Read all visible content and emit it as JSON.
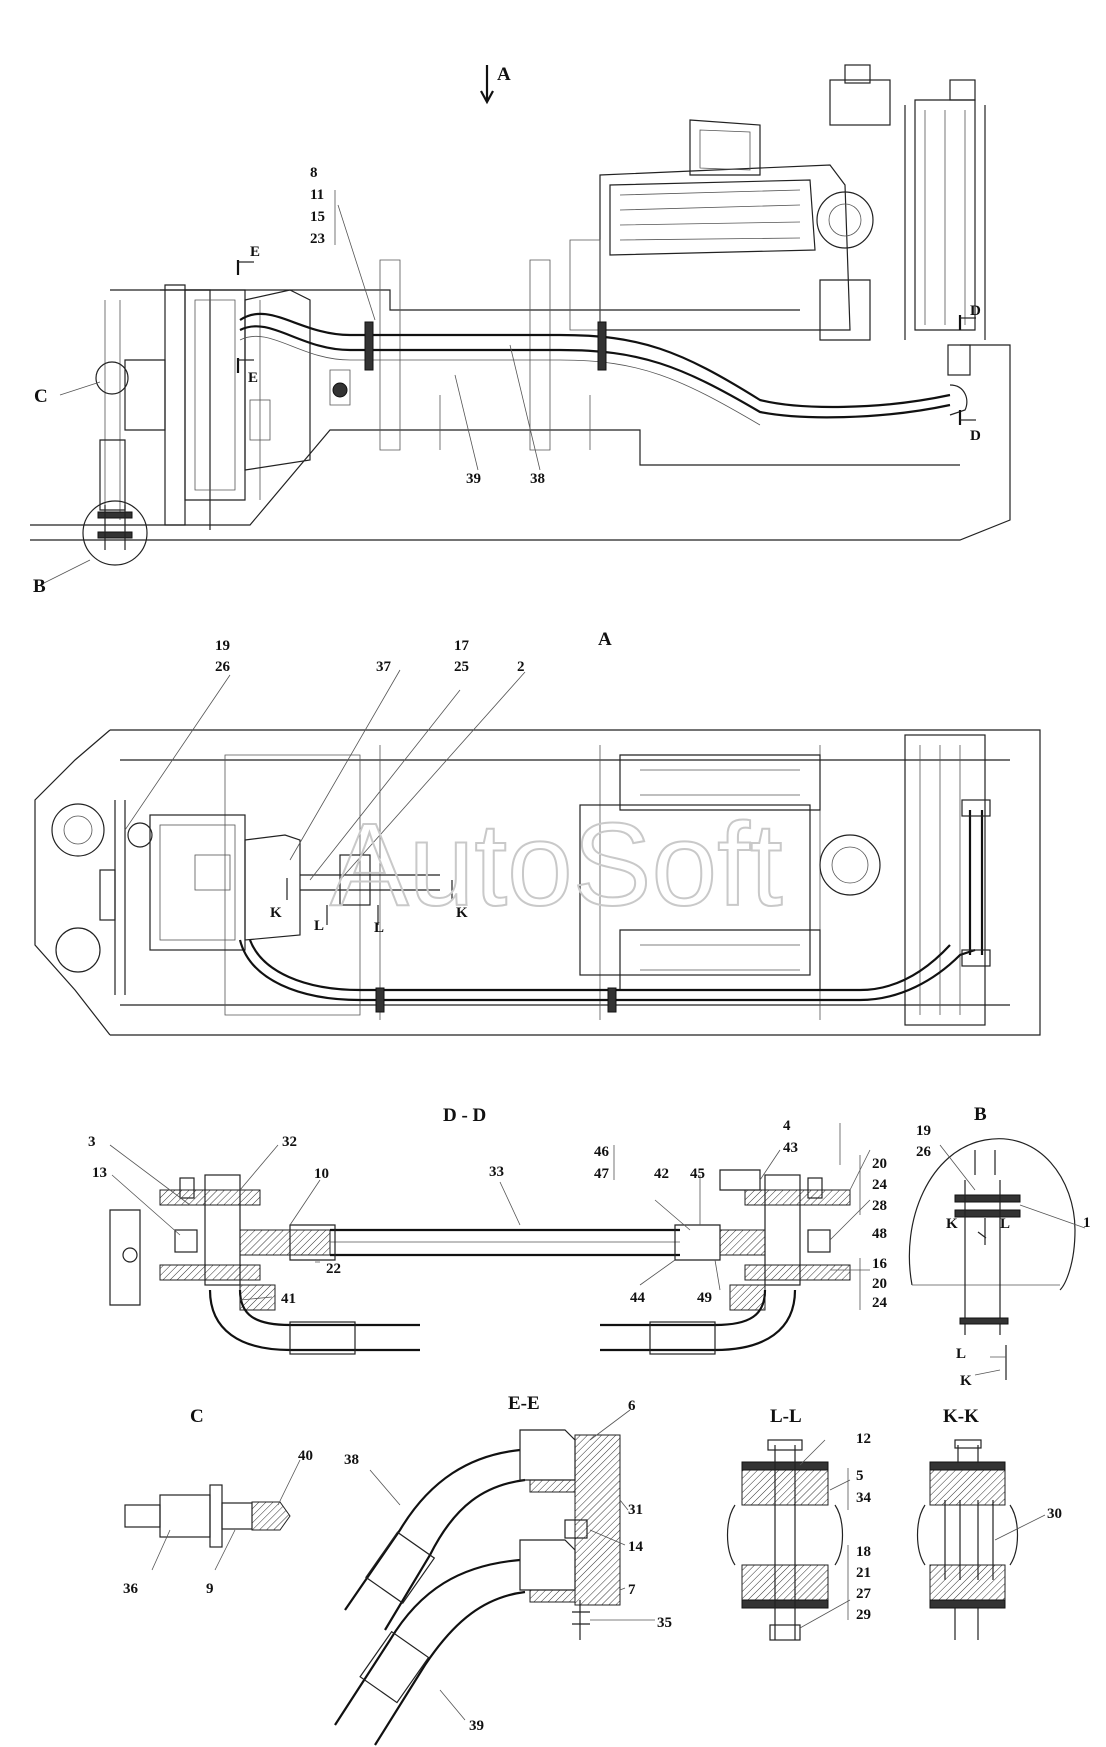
{
  "watermark": "AutoSoft",
  "views": {
    "side": {
      "arrow_label": "A",
      "section_marks": [
        "E",
        "E",
        "D",
        "D"
      ],
      "detail_marks": [
        "C",
        "B"
      ],
      "stack_labels": [
        "8",
        "11",
        "15",
        "23"
      ],
      "part_labels": [
        "39",
        "38"
      ]
    },
    "top": {
      "title": "A",
      "callouts": [
        "19",
        "26",
        "37",
        "17",
        "25",
        "2"
      ],
      "section_marks": [
        "K",
        "L",
        "L",
        "K"
      ]
    },
    "dd": {
      "title": "D - D",
      "labels": [
        "3",
        "13",
        "32",
        "10",
        "33",
        "22",
        "41",
        "46",
        "47",
        "42",
        "45",
        "4",
        "43",
        "20",
        "24",
        "28",
        "48",
        "16",
        "20",
        "24",
        "44",
        "49"
      ]
    },
    "b": {
      "title": "B",
      "labels": [
        "19",
        "26",
        "1",
        "K",
        "L",
        "L",
        "K"
      ]
    },
    "c": {
      "title": "C",
      "labels": [
        "40",
        "36",
        "9"
      ]
    },
    "ee": {
      "title": "E-E",
      "labels": [
        "6",
        "38",
        "31",
        "14",
        "7",
        "35",
        "39"
      ]
    },
    "ll": {
      "title": "L-L",
      "labels": [
        "12",
        "5",
        "34",
        "18",
        "21",
        "27",
        "29"
      ]
    },
    "kk": {
      "title": "K-K",
      "labels": [
        "30"
      ]
    }
  },
  "icons": [
    "view-arrow-icon",
    "section-arrow-icon",
    "detail-circle-icon"
  ]
}
